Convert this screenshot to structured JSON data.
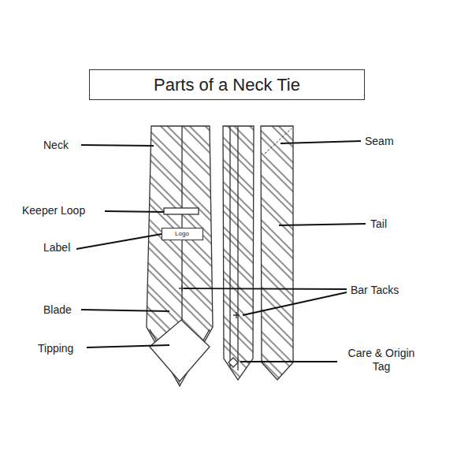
{
  "diagram": {
    "title": "Parts of a Neck Tie",
    "nodes": [
      {
        "text": [
          "Logo"
        ]
      }
    ],
    "labels": [
      "Neck",
      "Keeper Loop",
      "Label",
      "Blade",
      "Tipping",
      "Seam",
      "Tail",
      "Bar Tacks",
      "Care & Origin Tag"
    ]
  }
}
